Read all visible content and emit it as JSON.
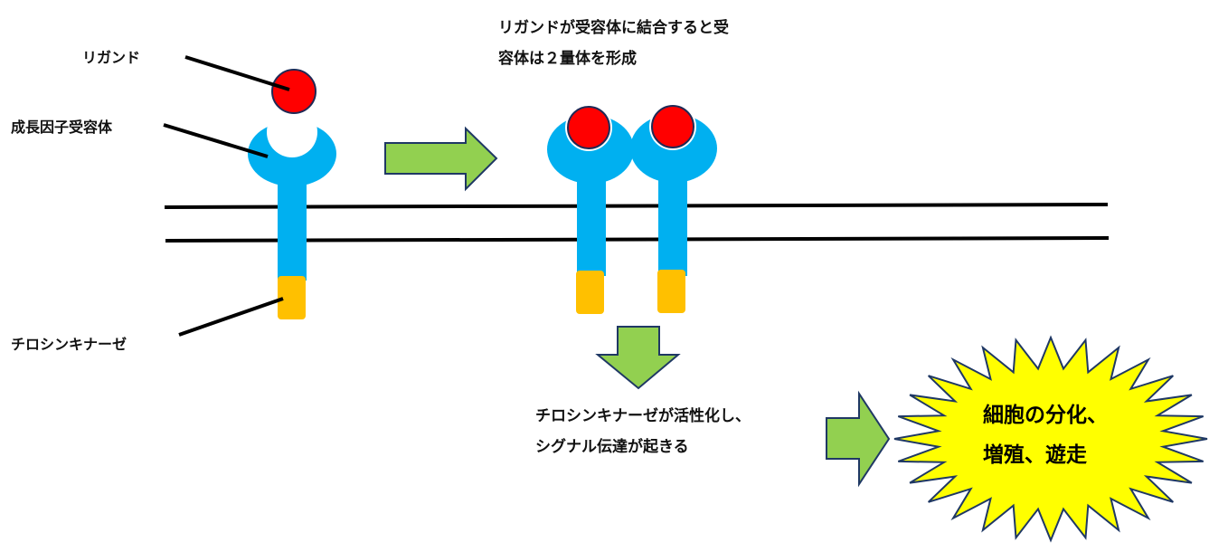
{
  "title": "成長因子受容体によるシグナル伝達",
  "labels": {
    "ligand": "リガンド",
    "receptor": "成長因子受容体",
    "kinase": "チロシンキナーゼ"
  },
  "captions": {
    "dimerization_line1": "リガンドが受容体に結合すると受",
    "dimerization_line2": "容体は２量体を形成",
    "signal_line1": "チロシンキナーゼが活性化し、",
    "signal_line2": "シグナル伝達が起きる"
  },
  "outcome": {
    "line1": "細胞の分化、",
    "line2": "増殖、遊走"
  },
  "colors": {
    "receptor": "#00B0F0",
    "ligand": "#FF0000",
    "ligand_outline": "#1F2A56",
    "kinase": "#FFC000",
    "arrow_fill": "#92D050",
    "arrow_outline": "#1F3864",
    "burst_fill": "#FFFF00",
    "burst_outline": "#1F3864",
    "membrane": "#000000"
  }
}
